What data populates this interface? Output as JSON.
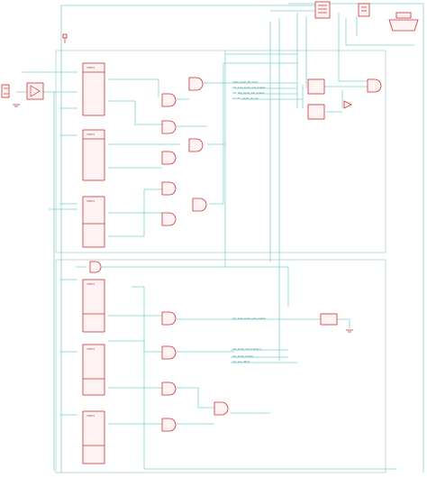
{
  "colors": {
    "background": "#ffffff",
    "wire": "#7fd3cc",
    "component": "#cc3333",
    "sheet_border": "#b9d9d4",
    "net_label": "#2f8a8a"
  },
  "net_labels": {
    "top": [
      "/data_serial_dff_input",
      "/clk_slow_serial_and_enable",
      "/clk_fast_serial_and_enable",
      "/enable_serial_clk_out"
    ],
    "bottom": [
      "/clk_slow_serial_and_enable",
      "/clk_serial_and_enable_s",
      "/clk_serial_enable",
      "/clk_ena_dff_bl"
    ]
  }
}
